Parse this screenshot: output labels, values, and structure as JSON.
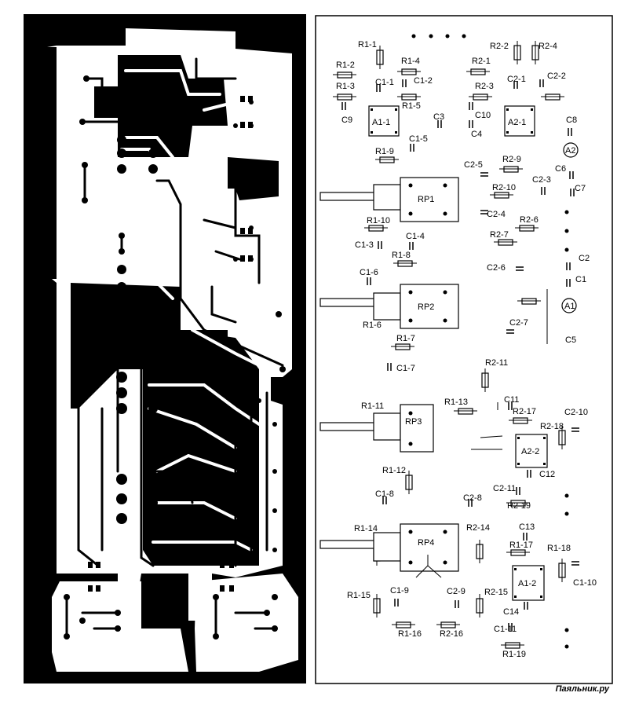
{
  "watermark": "Паяльник.ру",
  "colors": {
    "board": "#000000",
    "copper": "#ffffff",
    "paper": "#ffffff",
    "ink": "#000000"
  },
  "left_panel": {
    "name": "pcb-trace-side"
  },
  "right_panel": {
    "name": "component-placement-side",
    "labels": [
      "R1-1",
      "R1-2",
      "R1-3",
      "R1-4",
      "R1-5",
      "C1-1",
      "C1-2",
      "C9",
      "A1-1",
      "C3",
      "C10",
      "C4",
      "A2-1",
      "R2-2",
      "R2-4",
      "R2-1",
      "R2-3",
      "C2-1",
      "C2-2",
      "C8",
      "A2",
      "C1-5",
      "R1-9",
      "C2-5",
      "R2-9",
      "C2-3",
      "C6",
      "C7",
      "RP1",
      "R2-10",
      "C2-4",
      "R2-6",
      "R1-10",
      "C1-4",
      "C1-3",
      "R2-7",
      "R1-8",
      "C2",
      "C2-6",
      "C1-6",
      "C1",
      "RP2",
      "R1-6",
      "A1",
      "C2-7",
      "C5",
      "R1-7",
      "C1-7",
      "R2-11",
      "R1-11",
      "R1-13",
      "C11",
      "R2-17",
      "C2-10",
      "R2-18",
      "RP3",
      "A2-2",
      "C12",
      "R1-12",
      "C1-8",
      "C2-8",
      "C2-11",
      "R2-19",
      "R1-14",
      "RP4",
      "R2-14",
      "C13",
      "R1-17",
      "R1-18",
      "C1-10",
      "A1-2",
      "R1-15",
      "C1-9",
      "C2-9",
      "R2-15",
      "C14",
      "R1-16",
      "R2-16",
      "C1-11",
      "R1-19"
    ]
  }
}
